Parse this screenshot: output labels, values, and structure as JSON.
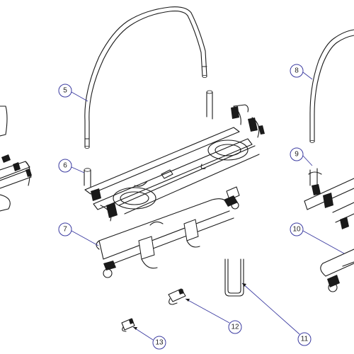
{
  "callouts": [
    {
      "id": "c5",
      "label": "5"
    },
    {
      "id": "c6",
      "label": "6"
    },
    {
      "id": "c7",
      "label": "7"
    },
    {
      "id": "c8",
      "label": "8"
    },
    {
      "id": "c9",
      "label": "9"
    },
    {
      "id": "c10",
      "label": "10"
    },
    {
      "id": "c11",
      "label": "11"
    },
    {
      "id": "c12",
      "label": "12"
    },
    {
      "id": "c13",
      "label": "13"
    }
  ]
}
